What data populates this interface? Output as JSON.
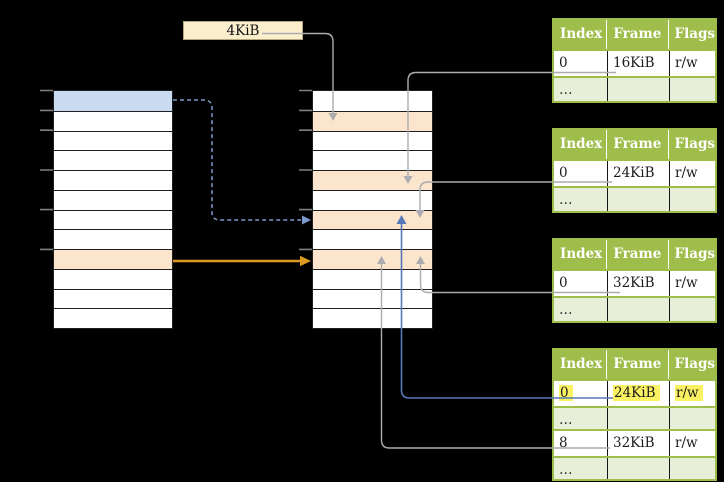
{
  "size_label": "4KiB",
  "left_stack": {
    "rows": [
      "blue",
      "white",
      "white",
      "white",
      "white",
      "white",
      "white",
      "white",
      "orange",
      "white",
      "white",
      "white"
    ]
  },
  "middle_stack": {
    "rows": [
      "white",
      "orange",
      "white",
      "white",
      "orange",
      "white",
      "orange",
      "white",
      "orange",
      "white",
      "white",
      "white"
    ]
  },
  "page_tables": [
    {
      "headers": [
        "Index",
        "Frame",
        "Flags"
      ],
      "rows": [
        {
          "index": "0",
          "frame": "16KiB",
          "flags": "r/w",
          "highlighted": false
        },
        {
          "index": "…",
          "frame": "",
          "flags": "",
          "highlighted": false
        }
      ]
    },
    {
      "headers": [
        "Index",
        "Frame",
        "Flags"
      ],
      "rows": [
        {
          "index": "0",
          "frame": "24KiB",
          "flags": "r/w",
          "highlighted": false
        },
        {
          "index": "…",
          "frame": "",
          "flags": "",
          "highlighted": false
        }
      ]
    },
    {
      "headers": [
        "Index",
        "Frame",
        "Flags"
      ],
      "rows": [
        {
          "index": "0",
          "frame": "32KiB",
          "flags": "r/w",
          "highlighted": false
        },
        {
          "index": "…",
          "frame": "",
          "flags": "",
          "highlighted": false
        }
      ]
    },
    {
      "headers": [
        "Index",
        "Frame",
        "Flags"
      ],
      "rows": [
        {
          "index": "0",
          "frame": "24KiB",
          "flags": "r/w",
          "highlighted": true
        },
        {
          "index": "…",
          "frame": "",
          "flags": "",
          "highlighted": false
        },
        {
          "index": "8",
          "frame": "32KiB",
          "flags": "r/w",
          "highlighted": false
        },
        {
          "index": "…",
          "frame": "",
          "flags": "",
          "highlighted": false
        }
      ]
    }
  ],
  "colors": {
    "bg": "#000000",
    "green": "#9EBD4A",
    "lightgreen": "#E7EFD8",
    "row_orange": "#FCE5CD",
    "row_blue": "#C9DAF1",
    "cream": "#FBEECD",
    "cream_border": "#B3A77F",
    "yellow": "#FAF163",
    "gray_line": "#ACACB0",
    "tick": "#7F7F7F",
    "orange_line": "#DC9A20",
    "blue_dash": "#7D99CB",
    "blue_solid": "#5578B8",
    "header_text": "#FFFFFF",
    "cell_text": "#1A1A1A"
  }
}
